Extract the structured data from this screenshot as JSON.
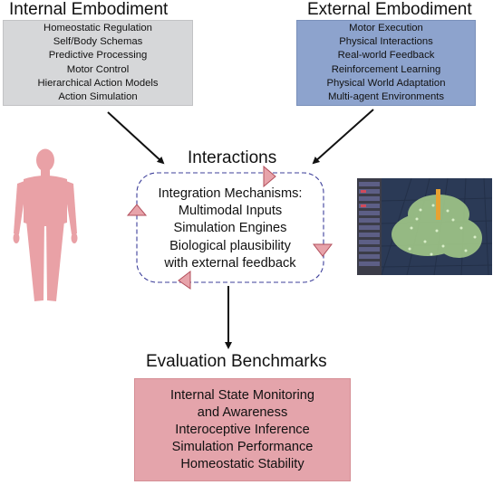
{
  "internal": {
    "title": "Internal Embodiment",
    "items": [
      "Homeostatic Regulation",
      "Self/Body Schemas",
      "Predictive Processing",
      "Motor Control",
      "Hierarchical Action Models",
      "Action Simulation"
    ]
  },
  "external": {
    "title": "External Embodiment",
    "items": [
      "Motor Execution",
      "Physical Interactions",
      "Real-world Feedback",
      "Reinforcement Learning",
      "Physical World Adaptation",
      "Multi-agent Environments"
    ]
  },
  "interactions": {
    "title": "Interactions",
    "lines": [
      "Integration Mechanisms:",
      "Multimodal Inputs",
      "Simulation Engines",
      "Biological plausibility",
      "with external feedback"
    ]
  },
  "benchmarks": {
    "title": "Evaluation Benchmarks",
    "lines": [
      "Internal State Monitoring",
      "and Awareness",
      "Interoceptive Inference",
      "Simulation Performance",
      "Homeostatic Stability"
    ]
  },
  "colors": {
    "internal_box": "#d6d7d9",
    "external_box": "#8da3cd",
    "benchmark_box": "#e4a4ab",
    "loop_dash": "#3d3f9a",
    "loop_marker": "#c96b78",
    "human_figure": "#e9a1a6"
  },
  "icons": {
    "human": "human-body-figure-icon",
    "simulation": "3d-simulation-screenshot"
  }
}
